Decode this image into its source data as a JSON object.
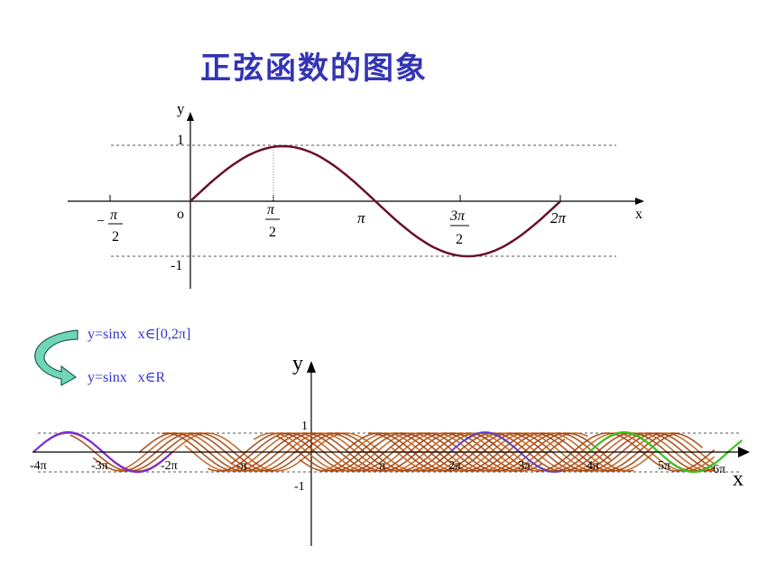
{
  "title": "正弦函数的图象",
  "top_graph": {
    "x_axis_label": "x",
    "y_axis_label": "y",
    "origin_label": "o",
    "y_ticks": [
      "1",
      "-1"
    ],
    "x_ticks": [
      {
        "sign": "−",
        "num": "π",
        "den": "2"
      },
      {
        "num": "π",
        "den": "2"
      },
      {
        "text": "π"
      },
      {
        "num": "3π",
        "den": "2"
      },
      {
        "text": "2π"
      }
    ]
  },
  "legend": {
    "line1": "y=sinx   x∈[0,2π]",
    "line2": "y=sinx   x∈R"
  },
  "bottom_graph": {
    "x_axis_label": "x",
    "y_axis_label": "y",
    "y_ticks": [
      "1",
      "-1"
    ],
    "x_ticks": [
      "-4π",
      "-3π",
      "-2π",
      "-π",
      "π",
      "2π",
      "3π",
      "4π",
      "5π",
      "6π"
    ],
    "colors": {
      "purple": "#7b2bd8",
      "green": "#39c51f",
      "brown": "#a4420c",
      "curve": "#6b0f2b",
      "arrow": "#6fd6b8"
    }
  }
}
